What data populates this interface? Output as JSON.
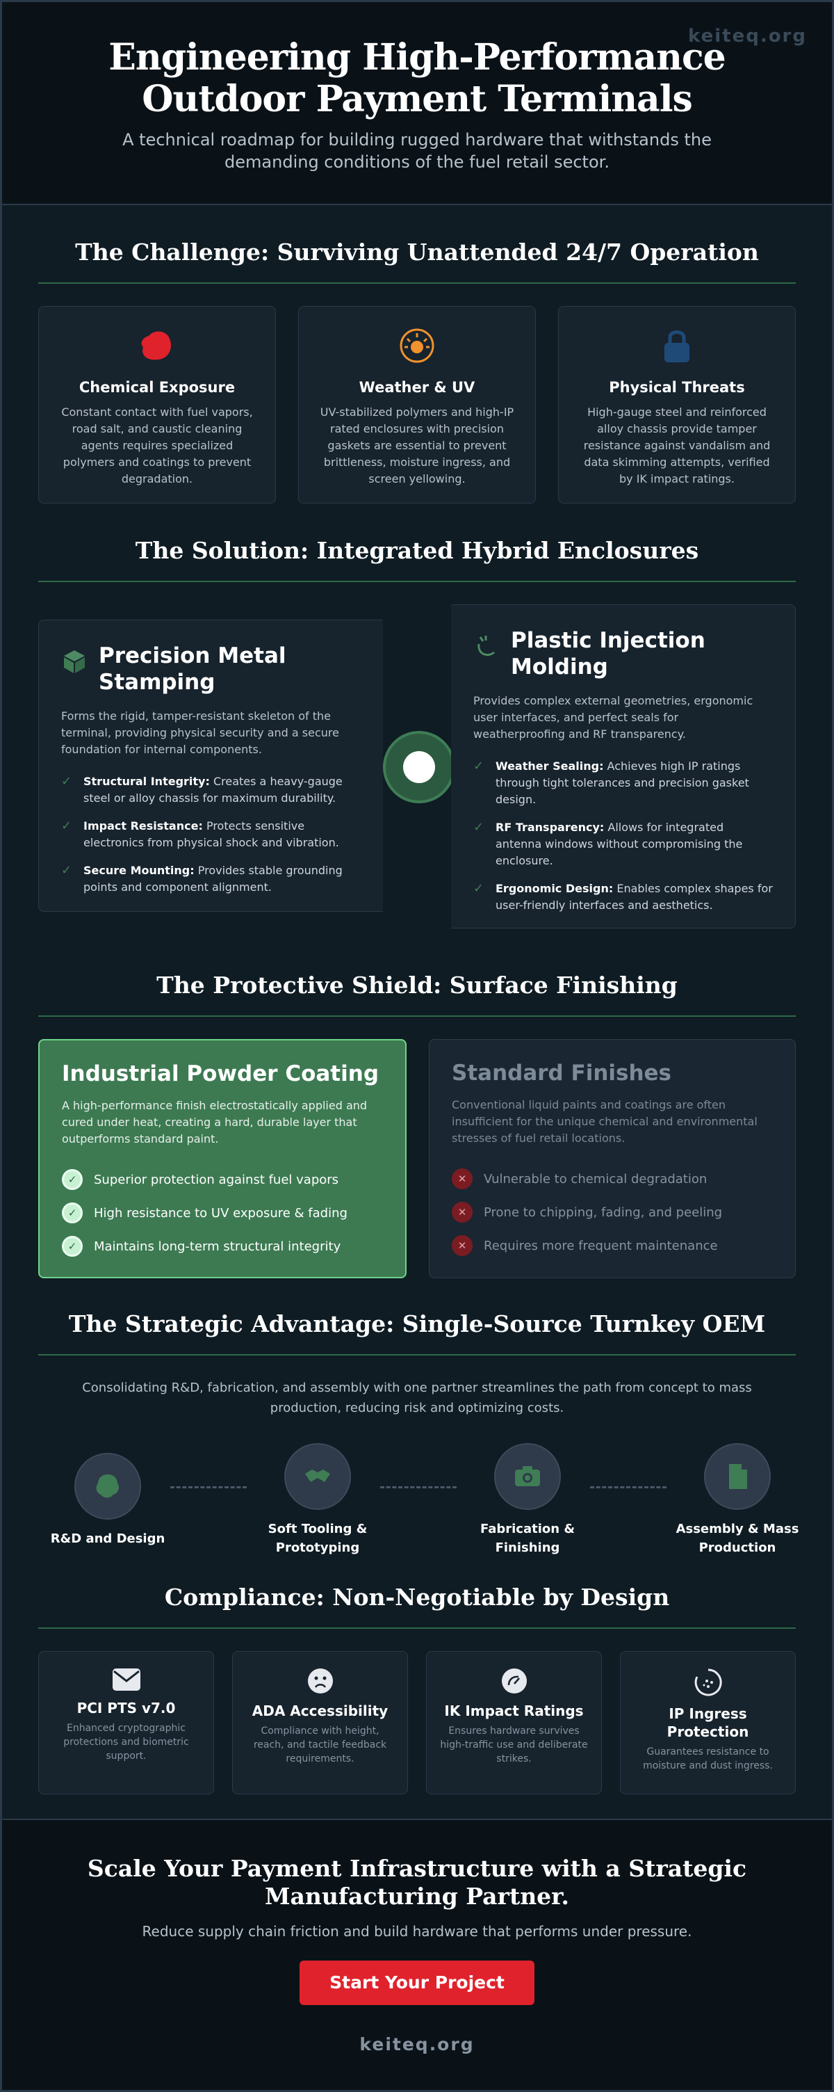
{
  "brand": "keiteq.org",
  "hero": {
    "title": "Engineering High-Performance Outdoor Payment Terminals",
    "subtitle": "A technical roadmap for building rugged hardware that withstands the demanding conditions of the fuel retail sector."
  },
  "challenge": {
    "title": "The Challenge: Surviving Unattended 24/7 Operation",
    "cards": [
      {
        "icon": "blob-icon",
        "color": "#e0222c",
        "title": "Chemical Exposure",
        "text": "Constant contact with fuel vapors, road salt, and caustic cleaning agents requires specialized polymers and coatings to prevent degradation."
      },
      {
        "icon": "sun-icon",
        "color": "#f0922e",
        "title": "Weather & UV",
        "text": "UV-stabilized polymers and high-IP rated enclosures with precision gaskets are essential to prevent brittleness, moisture ingress, and screen yellowing."
      },
      {
        "icon": "lock-icon",
        "color": "#1f4a78",
        "title": "Physical Threats",
        "text": "High-gauge steel and reinforced alloy chassis provide tamper resistance against vandalism and data skimming attempts, verified by IK impact ratings."
      }
    ]
  },
  "solution": {
    "title": "The Solution: Integrated Hybrid Enclosures",
    "left": {
      "icon": "cube-icon",
      "title": "Precision Metal Stamping",
      "desc": "Forms the rigid, tamper-resistant skeleton of the terminal, providing physical security and a secure foundation for internal components.",
      "features": [
        {
          "label": "Structural Integrity:",
          "text": " Creates a heavy-gauge steel or alloy chassis for maximum durability."
        },
        {
          "label": "Impact Resistance:",
          "text": " Protects sensitive electronics from physical shock and vibration."
        },
        {
          "label": "Secure Mounting:",
          "text": " Provides stable grounding points and component alignment."
        }
      ]
    },
    "right": {
      "icon": "molding-icon",
      "title": "Plastic Injection Molding",
      "desc": "Provides complex external geometries, ergonomic user interfaces, and perfect seals for weatherproofing and RF transparency.",
      "features": [
        {
          "label": "Weather Sealing:",
          "text": " Achieves high IP ratings through tight tolerances and precision gasket design."
        },
        {
          "label": "RF Transparency:",
          "text": " Allows for integrated antenna windows without compromising the enclosure."
        },
        {
          "label": "Ergonomic Design:",
          "text": " Enables complex shapes for user-friendly interfaces and aesthetics."
        }
      ]
    }
  },
  "finishing": {
    "title": "The Protective Shield: Surface Finishing",
    "good": {
      "title": "Industrial Powder Coating",
      "desc": "A high-performance finish electrostatically applied and cured under heat, creating a hard, durable layer that outperforms standard paint.",
      "items": [
        "Superior protection against fuel vapors",
        "High resistance to UV exposure & fading",
        "Maintains long-term structural integrity"
      ]
    },
    "standard": {
      "title": "Standard Finishes",
      "desc": "Conventional liquid paints and coatings are often insufficient for the unique chemical and environmental stresses of fuel retail locations.",
      "items": [
        "Vulnerable to chemical degradation",
        "Prone to chipping, fading, and peeling",
        "Requires more frequent maintenance"
      ]
    }
  },
  "strategy": {
    "title": "The Strategic Advantage: Single-Source Turnkey OEM",
    "desc": "Consolidating R&D, fabrication, and assembly with one partner streamlines the path from concept to mass production, reducing risk and optimizing costs.",
    "steps": [
      {
        "icon": "brain-icon",
        "label": "R&D and Design"
      },
      {
        "icon": "handshake-icon",
        "label": "Soft Tooling & Prototyping"
      },
      {
        "icon": "camera-icon",
        "label": "Fabrication & Finishing"
      },
      {
        "icon": "document-icon",
        "label": "Assembly & Mass Production"
      }
    ]
  },
  "compliance": {
    "title": "Compliance: Non-Negotiable by Design",
    "cards": [
      {
        "icon": "envelope-icon",
        "title": "PCI PTS v7.0",
        "text": "Enhanced cryptographic protections and biometric support."
      },
      {
        "icon": "face-icon",
        "title": "ADA Accessibility",
        "text": "Compliance with height, reach, and tactile feedback requirements."
      },
      {
        "icon": "gauge-icon",
        "title": "IK Impact Ratings",
        "text": "Ensures hardware survives high-traffic use and deliberate strikes."
      },
      {
        "icon": "spinner-icon",
        "title": "IP Ingress Protection",
        "text": "Guarantees resistance to moisture and dust ingress."
      }
    ]
  },
  "cta": {
    "title": "Scale Your Payment Infrastructure with a Strategic Manufacturing Partner.",
    "subtitle": "Reduce supply chain friction and build hardware that performs under pressure.",
    "button": "Start Your Project"
  }
}
